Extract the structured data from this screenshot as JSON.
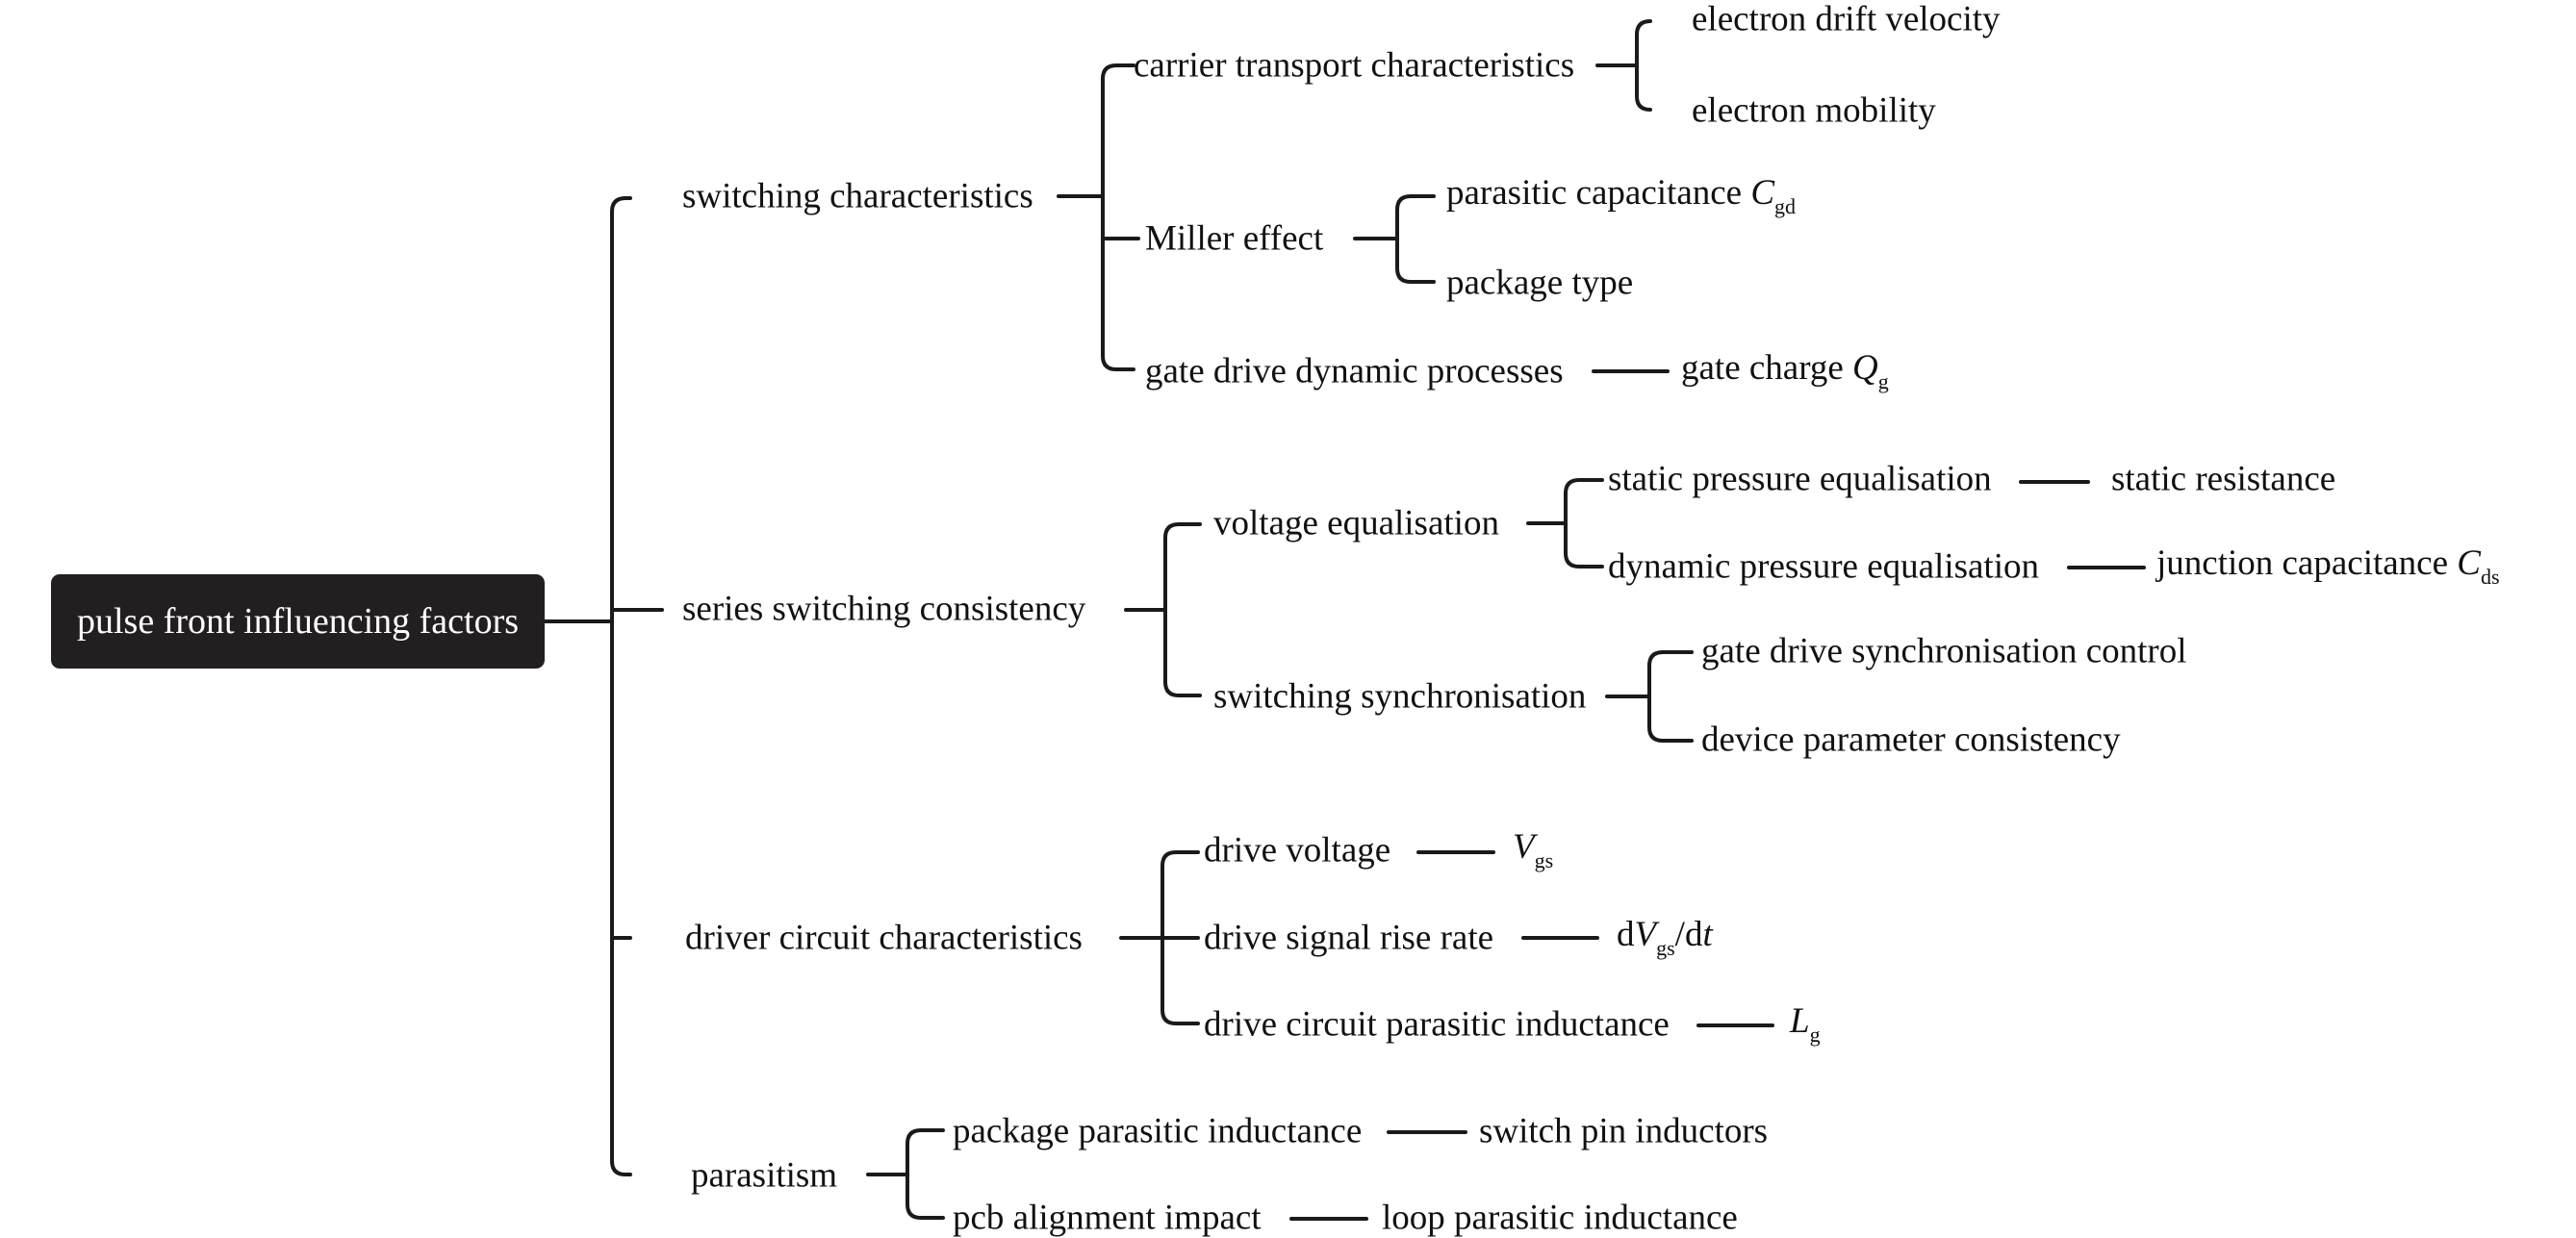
{
  "root": "pulse front influencing factors",
  "level1": {
    "switching": "switching characteristics",
    "series": "series switching consistency",
    "driver": "driver circuit characteristics",
    "parasitism": "parasitism"
  },
  "switching": {
    "carrier": "carrier transport characteristics",
    "electron_drift": "electron drift velocity",
    "electron_mobility": "electron mobility",
    "miller": "Miller effect",
    "parasitic_cap": "parasitic capacitance",
    "parasitic_cap_sym": "C",
    "parasitic_cap_sub": "gd",
    "package_type": "package type",
    "gate_drive": "gate drive dynamic processes",
    "gate_charge": "gate charge",
    "gate_charge_sym": "Q",
    "gate_charge_sub": "g"
  },
  "series": {
    "voltage_eq": "voltage equalisation",
    "static_eq": "static pressure equalisation",
    "static_res": "static resistance",
    "dynamic_eq": "dynamic pressure equalisation",
    "junction_cap": "junction capacitance",
    "junction_cap_sym": "C",
    "junction_cap_sub": "ds",
    "switch_sync": "switching synchronisation",
    "gate_sync": "gate drive synchronisation control",
    "device_param": "device parameter consistency"
  },
  "driver": {
    "drive_voltage": "drive voltage",
    "vgs_sym": "V",
    "vgs_sub": "gs",
    "rise_rate": "drive signal rise rate",
    "dvdt_d": "d",
    "dvdt_sym": "V",
    "dvdt_sub": "gs",
    "dvdt_tail": "/d",
    "dvdt_t": "t",
    "inductance": "drive circuit parasitic inductance",
    "lg_sym": "L",
    "lg_sub": "g"
  },
  "parasitism": {
    "package_ind": "package parasitic inductance",
    "switch_pin": "switch pin inductors",
    "pcb": "pcb alignment impact",
    "loop_ind": "loop parasitic inductance"
  }
}
